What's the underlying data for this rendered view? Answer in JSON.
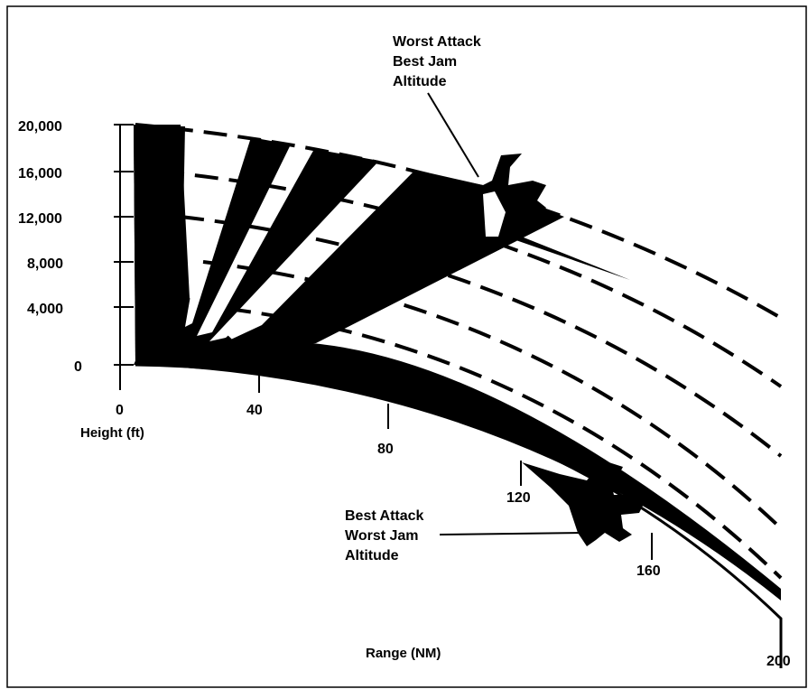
{
  "diagram": {
    "height_ticks": [
      "20,000",
      "16,000",
      "12,000",
      "8,000",
      "4,000",
      "0"
    ],
    "height_axis_label": "Height (ft)",
    "range_ticks": [
      "0",
      "40",
      "80",
      "120",
      "160",
      "200"
    ],
    "range_axis_label": "Range (NM)",
    "upper_callout": {
      "line1": "Worst Attack",
      "line2": "Best Jam",
      "line3": "Altitude"
    },
    "lower_callout": {
      "line1": "Best Attack",
      "line2": "Worst Jam",
      "line3": "Altitude"
    },
    "upper_aircraft_icon": "fighter-jet-silhouette",
    "lower_aircraft_icon": "fighter-jet-silhouette",
    "colors": {
      "ink": "#000000",
      "background": "#ffffff"
    }
  }
}
